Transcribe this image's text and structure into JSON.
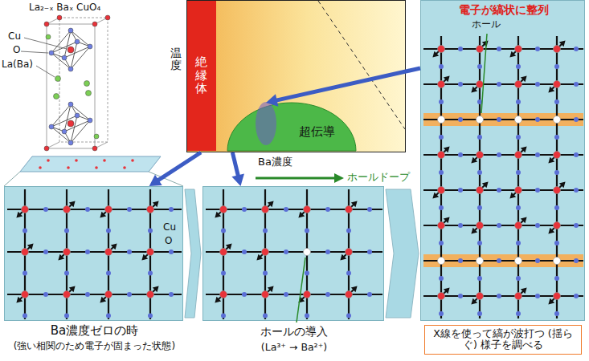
{
  "diagram": {
    "nodes": [
      {
        "text": [
          "温度",
          "Ba濃度"
        ]
      },
      {
        "text": [
          "絶縁体"
        ],
        "in": 0
      },
      {
        "text": [
          "超伝導"
        ],
        "in": 0
      },
      {
        "text": [
          "Cu",
          "O",
          "Ba濃度ゼロの時",
          "(強い相関のため電子が固まった状態)"
        ]
      },
      {
        "text": [
          "ホールの導入",
          "(La³⁺ → Ba²⁺)"
        ]
      },
      {
        "text": [
          "電子が縞状に整列",
          "ホール"
        ]
      },
      {
        "text": [
          "X線を使って縞が波打つ (揺らぐ) 様子を調べる"
        ]
      }
    ],
    "edges": [
      {
        "from": 0,
        "to": 3,
        "arrow": "to"
      },
      {
        "from": 0,
        "to": 4,
        "arrow": "to"
      },
      {
        "from": 5,
        "to": 2,
        "arrow": "to"
      },
      {
        "from": 3,
        "to": 4,
        "arrow": "to"
      },
      {
        "from": 4,
        "to": 5,
        "arrow": "to"
      }
    ],
    "labels": [
      "La₂₋ₓ Baₓ CuO₄",
      "Cu",
      "O",
      "La(Ba)",
      "ホールドープ"
    ]
  }
}
